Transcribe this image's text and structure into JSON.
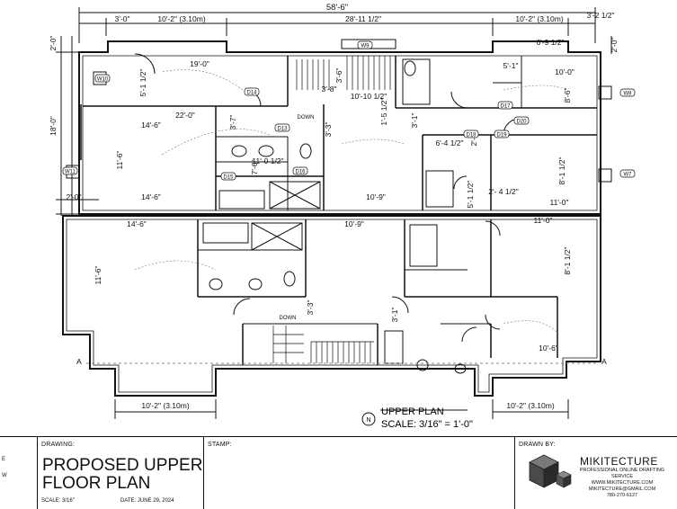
{
  "dimensions": {
    "overall_width": "58'-6\"",
    "top_left": "3'-0\"",
    "top_seg1": "10'-2\" (3.10m)",
    "top_seg2": "28'-11 1/2\"",
    "top_seg3": "10'-2\" (3.10m)",
    "top_right": "3'-2 1/2\"",
    "left_top": "2'-0\"",
    "left_overall": "18'-0\"",
    "left_bottom": "2'-0\"",
    "right_top": "2'-0\"",
    "room_19": "19'-0\"",
    "room_22": "22'-0\"",
    "room_14_6a": "14'-6\"",
    "room_14_6b": "14'-6\"",
    "room_11_6": "11'-6\"",
    "room_6_9": "6'-9 1/2\"",
    "room_10_0": "10'-0\"",
    "room_8_6": "8'-6\"",
    "room_5_1a": "5'-1 1/2\"",
    "room_3_6": "3'-6\"",
    "room_3_8": "3'-8\"",
    "room_10_12": "10'-10 1/2\"",
    "room_5_1b": "5'-1\"",
    "room_1_5": "1'-5 1/2\"",
    "room_3_7": "3'-7\"",
    "room_11_0": "11'-0 1/2\"",
    "room_7_6": "7'-6\"",
    "room_3_3": "3'-3\"",
    "room_10_9a": "10'-9\"",
    "room_3_1": "3'-1\"",
    "room_6_4": "6'-4 1/2\"",
    "room_8_1a": "8'-1 1/2\"",
    "room_11_0b": "11'-0\"",
    "room_2_0c": "2'-0\"",
    "room_5_1c": "5'-1 1/2\"",
    "room_2_4": "2'- 4 1/2\"",
    "room_14_6c": "14'-6\"",
    "room_10_9b": "10'-9\"",
    "room_11_0c": "11'-0\"",
    "room_11_6b": "11'-6\"",
    "room_8_1b": "8'-1 1/2\"",
    "room_3_3b": "3'-3\"",
    "room_3_1b": "3'-1\"",
    "room_10_6": "10'-6\"",
    "bottom_left": "10'-2\" (3.10m)",
    "bottom_right": "10'-2\" (3.10m)"
  },
  "tags": {
    "w9": "W9",
    "w10": "W10",
    "w11": "W11",
    "w8": "W8",
    "w7": "W7",
    "d14": "D14",
    "d13": "D13",
    "d16": "D16",
    "d15": "D15",
    "d17": "D17",
    "d20": "D20",
    "d18": "D18",
    "d19": "D19"
  },
  "labels": {
    "down1": "DOWN",
    "down2": "DOWN",
    "grid_a_left": "A",
    "grid_a_right": "A"
  },
  "plan_caption": {
    "title": "UPPER PLAN",
    "scale": "SCALE: 3/16\" = 1'-0\"",
    "north": "N"
  },
  "title_block": {
    "left_line1": "E",
    "left_line2": "W",
    "drawing_label": "DRAWING:",
    "drawing_title_line1": "PROPOSED UPPER",
    "drawing_title_line2": "FLOOR PLAN",
    "scale_text": "SCALE: 3/16\"",
    "date_text": "DATE: JUNE 29, 2024",
    "stamp_label": "STAMP:",
    "drawn_by_label": "DRAWN BY:",
    "brand_name": "MIKITECTURE",
    "brand_tagline": "PROFESSIONAL ONLINE DRAFTING SERVICE",
    "brand_web": "WWW.MIKITECTURE.COM",
    "brand_email": "MIKITECTURE@GMAIL.COM",
    "brand_phone": "780-270-6127"
  },
  "colors": {
    "line": "#111111",
    "light": "#888888",
    "paper": "#ffffff"
  }
}
